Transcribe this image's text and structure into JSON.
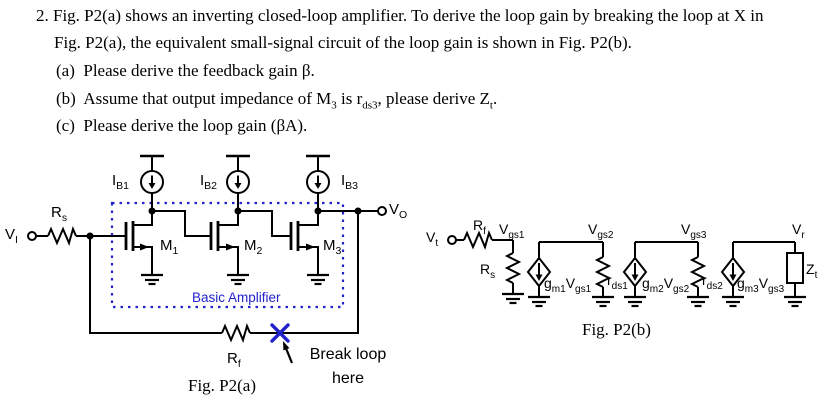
{
  "problem": {
    "lines": [
      {
        "rich": [
          [
            "n",
            "2. Fig. P2(a) shows an inverting closed-loop amplifier. To derive the loop gain by breaking the loop at X in"
          ]
        ]
      },
      {
        "rich": [
          [
            "n",
            "Fig. P2(a), the equivalent small-signal circuit of the loop gain is shown in Fig. P2(b)."
          ]
        ]
      },
      {
        "rich": [
          [
            "n",
            "(a)  Please derive the feedback gain β."
          ]
        ]
      },
      {
        "rich": [
          [
            "n",
            "(b)  Assume that output impedance of M"
          ],
          [
            "s",
            "3"
          ],
          [
            "n",
            " is r"
          ],
          [
            "s",
            "ds3"
          ],
          [
            "n",
            ", please derive Z"
          ],
          [
            "s",
            "t"
          ],
          [
            "n",
            "."
          ]
        ]
      },
      {
        "rich": [
          [
            "n",
            "(c)  Please derive the loop gain (βA)."
          ]
        ]
      }
    ]
  },
  "fig_a": {
    "caption": "Fig. P2(a)",
    "box_label": "Basic Amplifier",
    "annotation": {
      "line1": "Break loop",
      "line2": "here"
    },
    "labels": {
      "vi": [
        [
          "n",
          "V"
        ],
        [
          "s",
          "I"
        ]
      ],
      "rs": [
        [
          "n",
          "R"
        ],
        [
          "s",
          "s"
        ]
      ],
      "rf": [
        [
          "n",
          "R"
        ],
        [
          "s",
          "f"
        ]
      ],
      "ib1": [
        [
          "n",
          "I"
        ],
        [
          "s",
          "B1"
        ]
      ],
      "ib2": [
        [
          "n",
          "I"
        ],
        [
          "s",
          "B2"
        ]
      ],
      "ib3": [
        [
          "n",
          "I"
        ],
        [
          "s",
          "B3"
        ]
      ],
      "m1": [
        [
          "n",
          "M"
        ],
        [
          "s",
          "1"
        ]
      ],
      "m2": [
        [
          "n",
          "M"
        ],
        [
          "s",
          "2"
        ]
      ],
      "m3": [
        [
          "n",
          "M"
        ],
        [
          "s",
          "3"
        ]
      ],
      "vo": [
        [
          "n",
          "V"
        ],
        [
          "s",
          "O"
        ]
      ]
    }
  },
  "fig_b": {
    "caption": "Fig. P2(b)",
    "labels": {
      "vt": [
        [
          "n",
          "V"
        ],
        [
          "s",
          "t"
        ]
      ],
      "rf": [
        [
          "n",
          "R"
        ],
        [
          "s",
          "f"
        ]
      ],
      "rs": [
        [
          "n",
          "R"
        ],
        [
          "s",
          "s"
        ]
      ],
      "vgs1": [
        [
          "n",
          "V"
        ],
        [
          "s",
          "gs1"
        ]
      ],
      "vgs2": [
        [
          "n",
          "V"
        ],
        [
          "s",
          "gs2"
        ]
      ],
      "vgs3": [
        [
          "n",
          "V"
        ],
        [
          "s",
          "gs3"
        ]
      ],
      "vr": [
        [
          "n",
          "V"
        ],
        [
          "s",
          "r"
        ]
      ],
      "gm1": [
        [
          "n",
          "g"
        ],
        [
          "s",
          "m1"
        ],
        [
          "n",
          "V"
        ],
        [
          "s",
          "gs1"
        ]
      ],
      "gm2": [
        [
          "n",
          "g"
        ],
        [
          "s",
          "m2"
        ],
        [
          "n",
          "V"
        ],
        [
          "s",
          "gs2"
        ]
      ],
      "gm3": [
        [
          "n",
          "g"
        ],
        [
          "s",
          "m3"
        ],
        [
          "n",
          "V"
        ],
        [
          "s",
          "gs3"
        ]
      ],
      "rds1": [
        [
          "n",
          "r"
        ],
        [
          "s",
          "ds1"
        ]
      ],
      "rds2": [
        [
          "n",
          "r"
        ],
        [
          "s",
          "ds2"
        ]
      ],
      "zt": [
        [
          "n",
          "Z"
        ],
        [
          "s",
          "t"
        ]
      ]
    }
  },
  "colors": {
    "accent_blue": "#2222cc",
    "ink": "#000000"
  }
}
